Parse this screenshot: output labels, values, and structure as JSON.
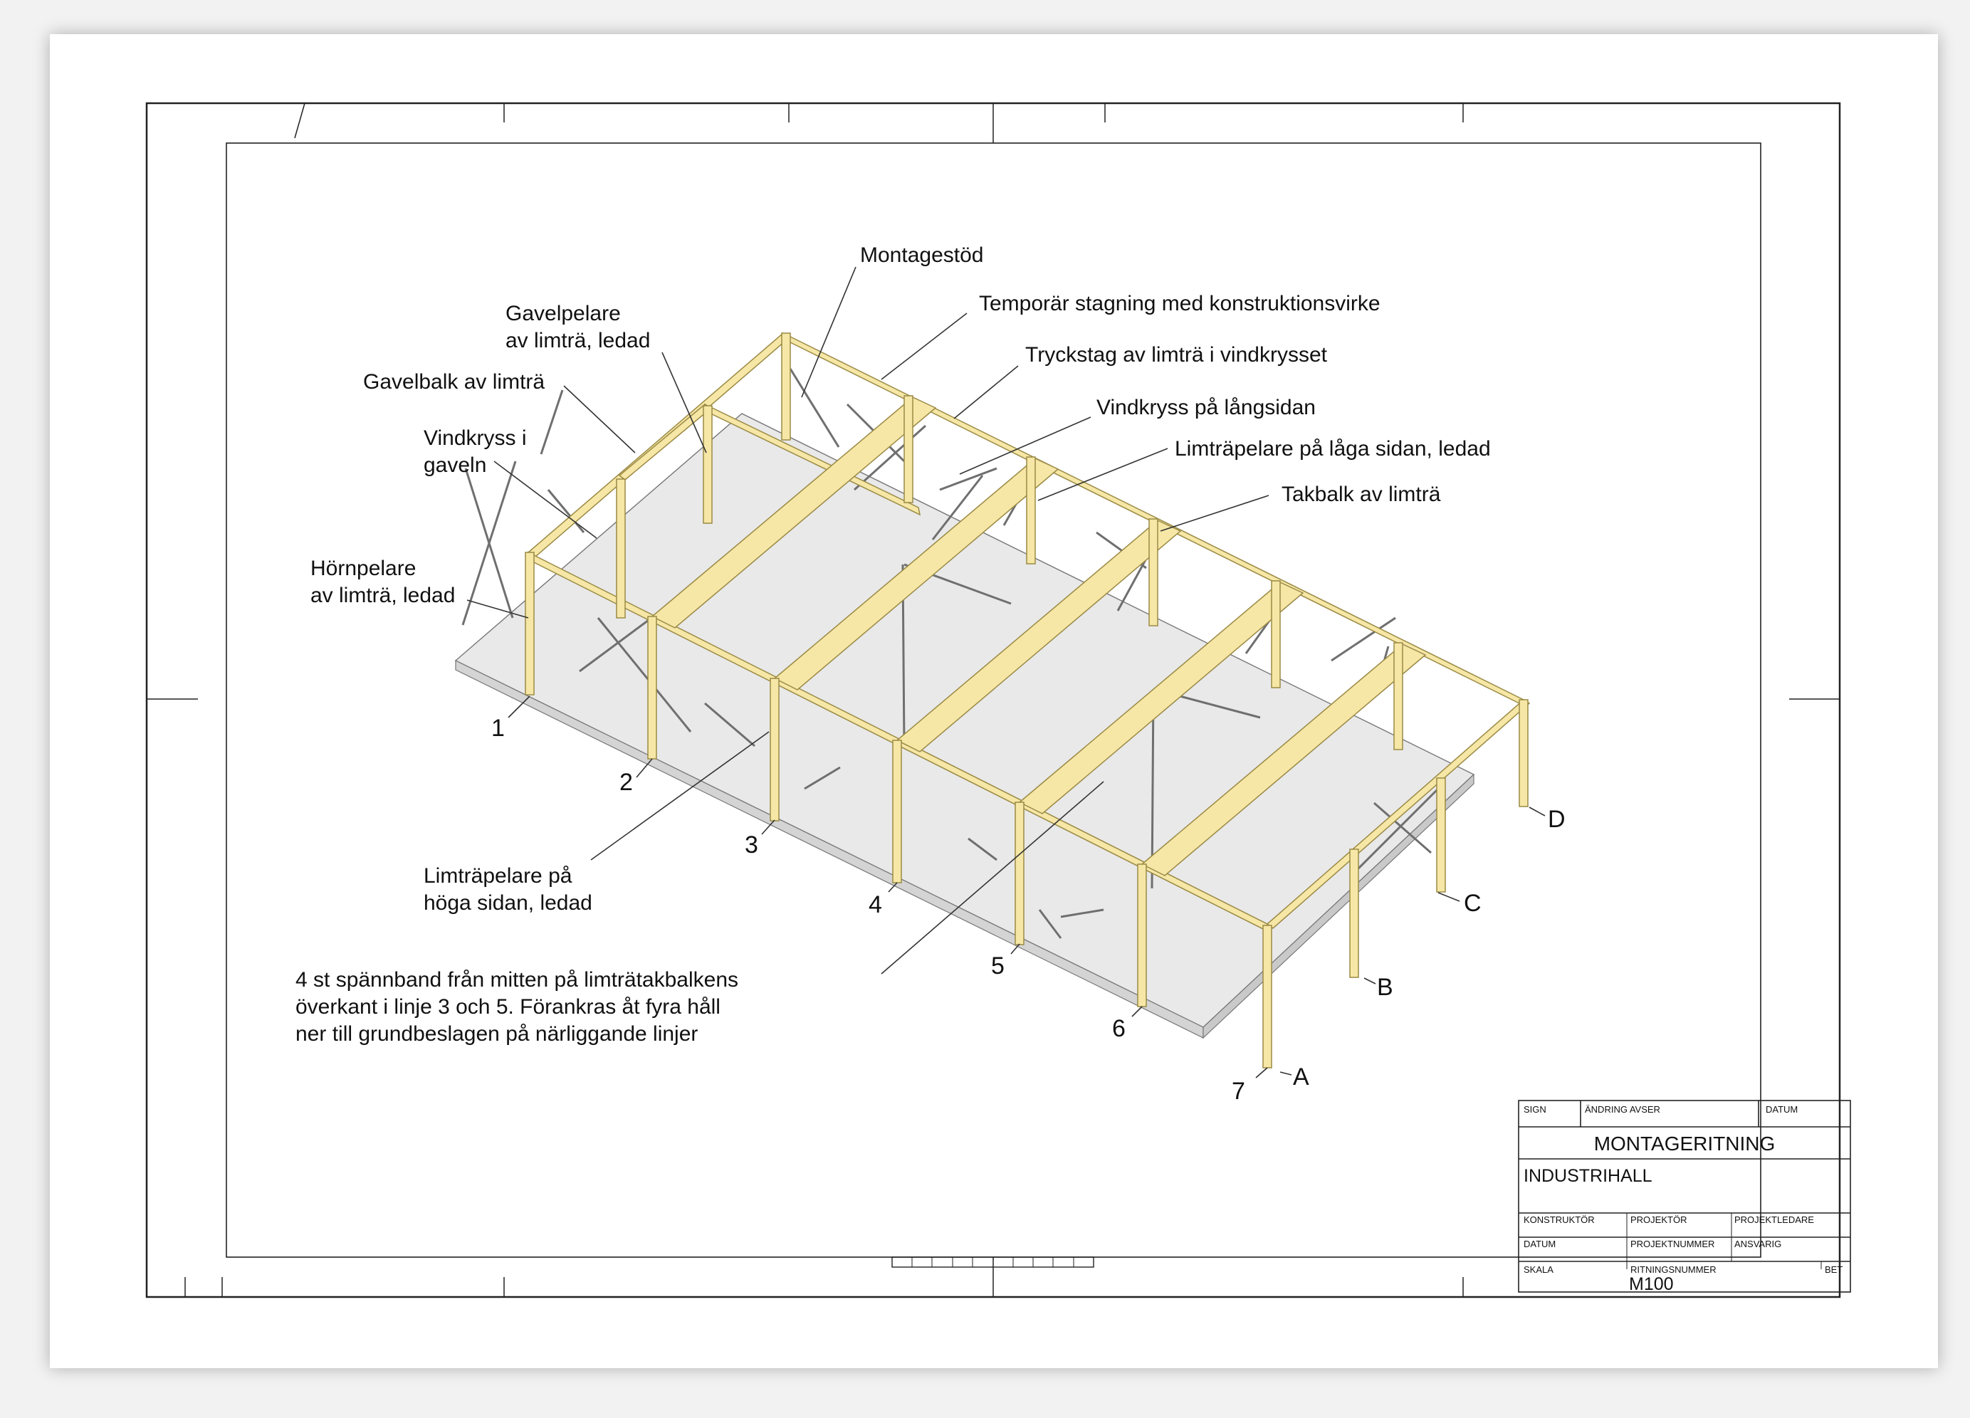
{
  "labels": {
    "montagestod": "Montagestöd",
    "temporar": "Temporär stagning med konstruktionsvirke",
    "gavelpelare_1": "Gavelpelare",
    "gavelpelare_2": "av limträ, ledad",
    "tryckstag": "Tryckstag av limträ i vindkrysset",
    "gavelbalk": "Gavelbalk av limträ",
    "vindkryss_lang": "Vindkryss på långsidan",
    "vindkryss_gavel_1": "Vindkryss i",
    "vindkryss_gavel_2": "gaveln",
    "pelare_laga": "Limträpelare på låga sidan, ledad",
    "takbalk": "Takbalk av limträ",
    "hornpelare_1": "Hörnpelare",
    "hornpelare_2": "av limträ, ledad",
    "pelare_hoga_1": "Limträpelare på",
    "pelare_hoga_2": "höga sidan, ledad"
  },
  "note": {
    "line1": "4 st spännband från mitten på limträtakbalkens",
    "line2": "överkant i linje 3 och 5. Förankras åt fyra håll",
    "line3": "ner till grundbeslagen på närliggande linjer"
  },
  "grid_lines": [
    "1",
    "2",
    "3",
    "4",
    "5",
    "6",
    "7"
  ],
  "axis_lines": [
    "A",
    "B",
    "C",
    "D"
  ],
  "title_block": {
    "sign": "SIGN",
    "andring": "ÄNDRING AVSER",
    "datum": "DATUM",
    "title": "MONTAGERITNING",
    "subtitle": "INDUSTRIHALL",
    "konstruktor": "KONSTRUKTÖR",
    "projektor": "PROJEKTÖR",
    "projektledare": "PROJEKTLEDARE",
    "datum2": "DATUM",
    "projektnummer": "PROJEKTNUMMER",
    "ansvarig": "ANSVARIG",
    "skala": "SKALA",
    "ritningsnummer": "RITNINGSNUMMER",
    "bet": "BET",
    "drawing_number": "M100"
  },
  "colors": {
    "timber": "#f6e7a6",
    "timber_edge": "#9a8a45",
    "slab": "#e9e9e9",
    "bracing": "#6f6f6f"
  }
}
